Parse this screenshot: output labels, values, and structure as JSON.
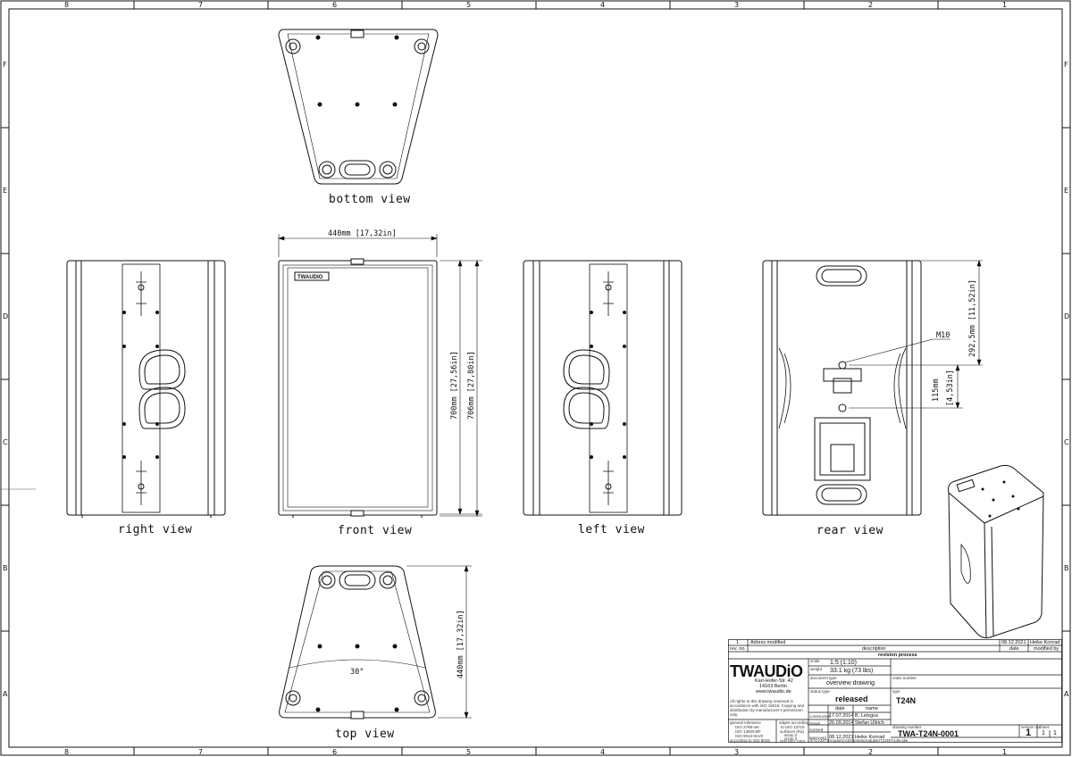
{
  "frame": {
    "columns": [
      "8",
      "7",
      "6",
      "5",
      "4",
      "3",
      "2",
      "1"
    ],
    "rows": [
      "F",
      "E",
      "D",
      "C",
      "B",
      "A"
    ]
  },
  "views": {
    "bottom": "bottom view",
    "right": "right view",
    "front": "front view",
    "left": "left view",
    "rear": "rear view",
    "top": "top view"
  },
  "dimensions": {
    "width": "440mm [17,32in]",
    "height_700": "700mm [27,56in]",
    "height_706": "706mm [27,80in]",
    "rear_292": "292,5mm [11,52in]",
    "rear_115": "115mm",
    "rear_115_in": "[4,53in]",
    "thread": "M10",
    "top_depth": "440mm [17,32in]",
    "angle": "30°"
  },
  "cabinet_badge": "TWAUDIO",
  "title_block": {
    "revision_row": {
      "rev": "1",
      "text": "Adress modified",
      "date": "08.12.2021",
      "name": "Heike Konrad"
    },
    "revision_headers": {
      "rev_no": "rev. no.",
      "description": "description",
      "date": "date",
      "modified_by": "modified by"
    },
    "revision_process": "revision process",
    "logo": "TWAUDiO",
    "address": [
      "Karl-Hofer-Str. 42",
      "14163 Berlin",
      "www.twaudio.de"
    ],
    "rights": [
      "All rights to this drawing reserved in",
      "accordance with ISO 16016. Copying and",
      "distribution by manufacturer's permission",
      "only."
    ],
    "tolerance": [
      "general tolerance",
      "ISO 2768-mK",
      "ISO 13920-BF",
      "ISO 9013-II/A/K",
      "according to ISO 8015"
    ],
    "edges": [
      "edges according",
      "to ISO 13715"
    ],
    "surfaces": [
      "surfaces (Ra)",
      "array 2",
      "array 3",
      "DIN ISO 1302"
    ],
    "scale_label": "scale",
    "scale": "1:5 (1:10)",
    "weight_label": "weight",
    "weight": "33.1 kg (73 lbs)",
    "doc_type_label": "document type",
    "doc_type": "overview drawing",
    "order_label": "order number",
    "status_label": "status type",
    "status": "released",
    "type_label": "type",
    "type": "T24N",
    "col_date": "date",
    "col_name": "name",
    "constructed_label": "constructed",
    "constructed_date": "17.07.2014",
    "constructed_name": "B. Letzgus",
    "drawn_label": "drawn",
    "drawn_date": "26.09.2014",
    "drawn_name": "Stefan Ullrich",
    "norm_label": "normed",
    "approved_label": "approved",
    "approved_date": "08.12.2021",
    "approved_name": "Heike Konrad",
    "drawing_no_label": "drawing number",
    "drawing_no": "TWA-T24N-0001",
    "version_label": "version no.",
    "version": "1",
    "sheet_label": "sheet",
    "sheet": "1",
    "sheet_of": "1",
    "file_path": "E:\\CAD\\T4\\Audio\\CAD\\Serienprodukte\\T24N\\T24N.idw"
  }
}
